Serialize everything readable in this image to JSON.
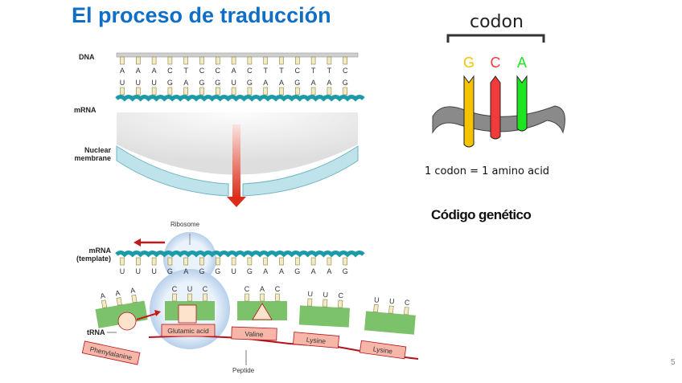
{
  "slide": {
    "title": "El proceso de traducción",
    "page_number": "5"
  },
  "left_diagram": {
    "labels": {
      "dna": "DNA",
      "mrna": "mRNA",
      "nuclear_membrane_1": "Nuclear",
      "nuclear_membrane_2": "membrane",
      "ribosome": "Ribosome",
      "mrna_template_1": "mRNA",
      "mrna_template_2": "(template)",
      "trna": "tRNA",
      "peptide": "Peptide"
    },
    "dna_bases": [
      "A",
      "A",
      "A",
      "C",
      "T",
      "C",
      "C",
      "A",
      "C",
      "T",
      "T",
      "C",
      "T",
      "T",
      "C"
    ],
    "mrna_bases": [
      "U",
      "U",
      "U",
      "G",
      "A",
      "G",
      "G",
      "U",
      "G",
      "A",
      "A",
      "G",
      "A",
      "A",
      "G"
    ],
    "trnas": [
      {
        "anticodon": [
          "A",
          "A",
          "A"
        ],
        "amino_acid": "Phenylalanine"
      },
      {
        "anticodon": [
          "C",
          "U",
          "C"
        ],
        "amino_acid": "Glutamic acid"
      },
      {
        "anticodon": [
          "C",
          "A",
          "C"
        ],
        "amino_acid": "Valine"
      },
      {
        "anticodon": [
          "U",
          "U",
          "C"
        ],
        "amino_acid": "Lysine"
      },
      {
        "anticodon": [
          "U",
          "U",
          "C"
        ],
        "amino_acid": "Lysine"
      }
    ],
    "colors": {
      "mrna": "#1b9aa8",
      "trna": "#7cc26a",
      "amino_acid": "#f6b6a8",
      "arrow": "#e0301e",
      "membrane": "#bfe3ea"
    }
  },
  "right_diagram": {
    "codon_label": "codon",
    "bases": [
      {
        "letter": "G",
        "color": "#f5c400"
      },
      {
        "letter": "C",
        "color": "#f23a3a"
      },
      {
        "letter": "A",
        "color": "#1ee61e"
      }
    ],
    "caption": "1 codon = 1 amino acid",
    "heading": "Código genético"
  }
}
